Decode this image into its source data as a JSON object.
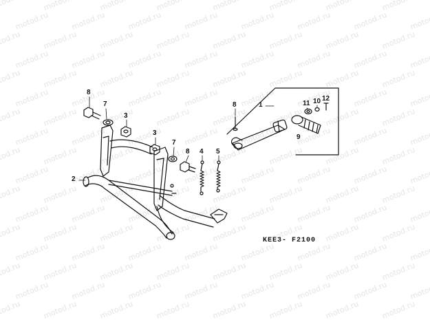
{
  "watermark": "motod.ru",
  "diagram_code": "KEE3- F2100",
  "callouts": {
    "c1": "1",
    "c2": "2",
    "c3a": "3",
    "c3b": "3",
    "c4": "4",
    "c5": "5",
    "c7a": "7",
    "c7b": "7",
    "c8a": "8",
    "c8b": "8",
    "c8c": "8",
    "c9": "9",
    "c10": "10",
    "c11": "11",
    "c12": "12"
  }
}
